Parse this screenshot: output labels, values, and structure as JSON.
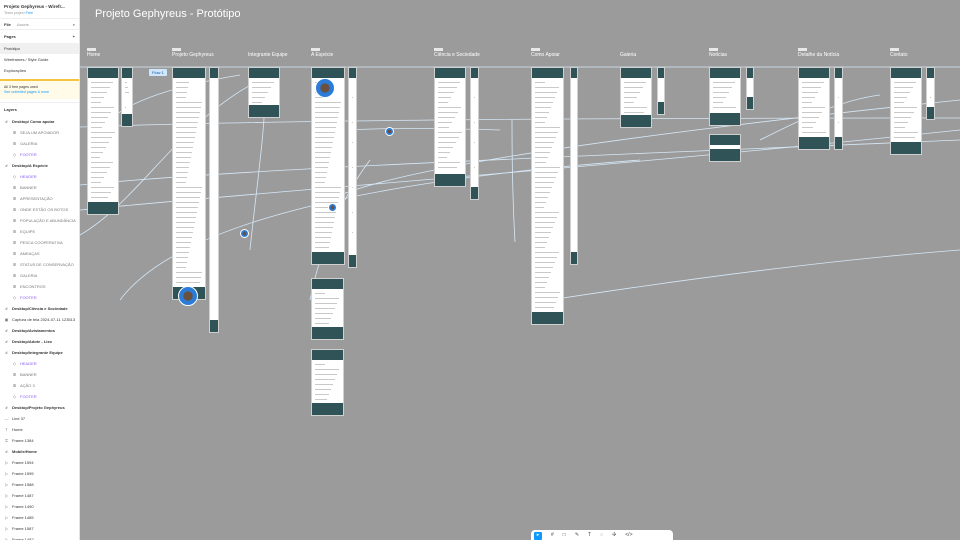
{
  "file": {
    "name": "Projeto Gephyreus - Wirefr...",
    "team": "Team project",
    "plan": "Free"
  },
  "tabs": [
    "File",
    "Assets"
  ],
  "pages_title": "Pages",
  "pages": [
    "Protótipo",
    "Wireframes / Style Guide",
    "Explorações"
  ],
  "notice": {
    "text": "All 3 free pages used",
    "link": "See unlimited pages & more"
  },
  "layers_title": "Layers",
  "layers": [
    {
      "label": "Desktop/ Como apoiar",
      "type": "frame"
    },
    {
      "label": "SEJA UM APOIADOR",
      "type": "sub"
    },
    {
      "label": "GALERIA",
      "type": "sub"
    },
    {
      "label": "FOOTER",
      "type": "comp"
    },
    {
      "label": "Desktop/A Espécie",
      "type": "frame"
    },
    {
      "label": "HEADER",
      "type": "comp"
    },
    {
      "label": "BANNER",
      "type": "sub"
    },
    {
      "label": "APRESENTAÇÃO",
      "type": "sub"
    },
    {
      "label": "ONDE ESTÃO OS BOTOS",
      "type": "sub"
    },
    {
      "label": "POPULAÇÃO E ABUNDÂNCIA",
      "type": "sub"
    },
    {
      "label": "EQUIPE",
      "type": "sub"
    },
    {
      "label": "PESCA COOPERATIVA",
      "type": "sub"
    },
    {
      "label": "AMEAÇAS",
      "type": "sub"
    },
    {
      "label": "STATUS DE CONSERVAÇÃO",
      "type": "sub"
    },
    {
      "label": "GALERIA",
      "type": "sub"
    },
    {
      "label": "ENCONTROS",
      "type": "sub"
    },
    {
      "label": "FOOTER",
      "type": "comp"
    },
    {
      "label": "Desktop/Ciência e Sociedade",
      "type": "frame"
    },
    {
      "label": "Captura de tela 2024-07-11 123513",
      "type": "image"
    },
    {
      "label": "Desktop/Avistamentos",
      "type": "frame"
    },
    {
      "label": "Desktop/Adote - Lixo",
      "type": "frame"
    },
    {
      "label": "Desktop/Integrante Equipe",
      "type": "frame"
    },
    {
      "label": "HEADER",
      "type": "comp"
    },
    {
      "label": "BANNER",
      "type": "sub"
    },
    {
      "label": "AÇÃO 3",
      "type": "sub"
    },
    {
      "label": "FOOTER",
      "type": "comp"
    },
    {
      "label": "Desktop/Projeto Gephyreus",
      "type": "frame"
    },
    {
      "label": "Line 37",
      "type": "line"
    },
    {
      "label": "Home",
      "type": "text"
    },
    {
      "label": "Frame 1384",
      "type": "grid"
    },
    {
      "label": "Mobile/Home",
      "type": "frame"
    },
    {
      "label": "Frame 1594",
      "type": "flow"
    },
    {
      "label": "Frame 1595",
      "type": "flow"
    },
    {
      "label": "Frame 1588",
      "type": "flow"
    },
    {
      "label": "Frame 1487",
      "type": "flow"
    },
    {
      "label": "Frame 1490",
      "type": "flow"
    },
    {
      "label": "Frame 1485",
      "type": "flow"
    },
    {
      "label": "Frame 1587",
      "type": "flow"
    },
    {
      "label": "Frame 1482",
      "type": "flow"
    }
  ],
  "canvas": {
    "title": "Projeto Gephyreus - Protótipo",
    "flow_label": "Flow 1",
    "sections": [
      "Home",
      "Projeto Gephyreus",
      "Integrante Equipe",
      "A Espécie",
      "Ciência e Sociedade",
      "Como Apoiar",
      "Galeria",
      "Notícias",
      "Detalhe da Notícia",
      "Contato"
    ]
  },
  "colors": {
    "canvas": "#9b9b9b",
    "frame_header": "#2f5356",
    "accent": "#0d99ff",
    "wire": "#cfe3f5"
  }
}
